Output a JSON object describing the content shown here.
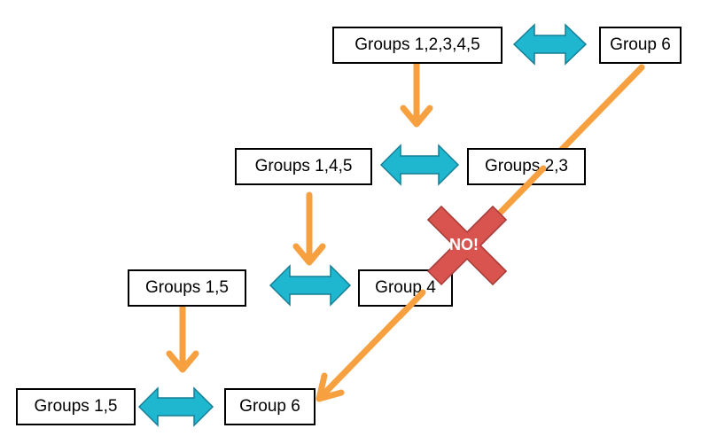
{
  "boxes": {
    "row1_left": "Groups 1,2,3,4,5",
    "row1_right": "Group 6",
    "row2_left": "Groups 1,4,5",
    "row2_right": "Groups 2,3",
    "row3_left": "Groups 1,5",
    "row3_right": "Group 4",
    "row4_left": "Groups 1,5",
    "row4_right": "Group 6"
  },
  "no_label": "NO!",
  "colors": {
    "flow_arrow": "#F7A040",
    "compare_arrow": "#1FB6CF",
    "compare_arrow_edge": "#167F96",
    "cross": "#D9534F",
    "cross_edge": "#A83C38"
  }
}
